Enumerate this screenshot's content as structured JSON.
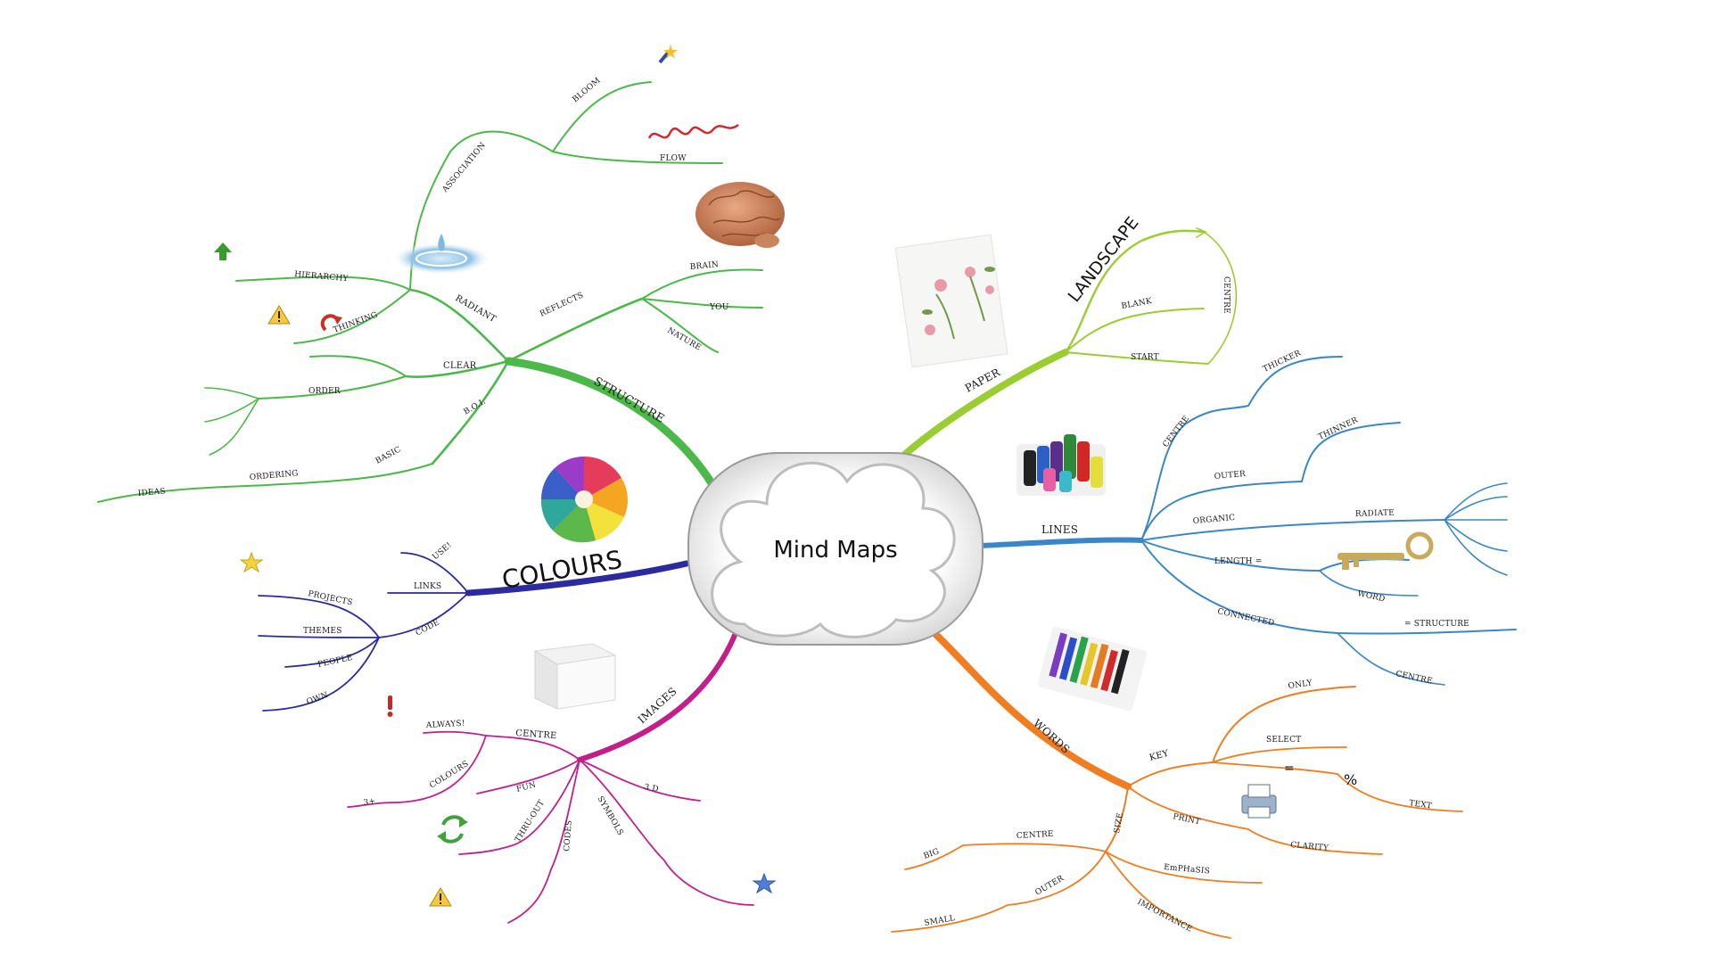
{
  "center": {
    "label": "Mind Maps"
  },
  "colors": {
    "structure": "#4cb84a",
    "landscape": "#9acd32",
    "lines": "#3a86c8",
    "words": "#ef7d22",
    "images": "#c21f8a",
    "colours": "#2b2aa0"
  },
  "branches": {
    "structure": {
      "title": "STRUCTURE",
      "reflects": "REFLECTS",
      "brain": "BRAIN",
      "you": "YOU",
      "nature": "NATURE",
      "radiant": "RADIANT",
      "hierarchy": "HIERARCHY",
      "thinking": "THINKING",
      "association": "ASSOCIATION",
      "bloom": "BLOOM",
      "flow": "FLOW",
      "clear": "CLEAR",
      "order": "ORDER",
      "boi": "B.O.I.",
      "basic": "BASIC",
      "ordering": "ORDERING",
      "ideas": "IDEAS"
    },
    "landscape": {
      "paper": "PAPER",
      "title": "LANDSCAPE",
      "blank": "BLANK",
      "start": "START",
      "centre": "CENTRE"
    },
    "lines": {
      "title": "LINES",
      "centre": "CENTRE",
      "thicker": "THICKER",
      "outer": "OUTER",
      "thinner": "THINNER",
      "organic": "ORGANIC",
      "radiate": "RADIATE",
      "length": "LENGTH =",
      "word": "WORD",
      "connected": "CONNECTED",
      "structure": "= STRUCTURE",
      "centre2": "CENTRE"
    },
    "words": {
      "title": "WORDS",
      "key": "KEY",
      "only": "ONLY",
      "select": "SELECT",
      "eq": "=",
      "pct": "%",
      "text": "TEXT",
      "print": "PRINT",
      "clarity": "CLARITY",
      "size": "SIZE",
      "centre": "CENTRE",
      "big": "BIG",
      "emphasis": "EmPHaSIS",
      "outer": "OUTER",
      "small": "SMALL",
      "importance": "IMPORTANCE"
    },
    "images": {
      "title": "IMAGES",
      "centre": "CENTRE",
      "always": "ALWAYS!",
      "colours": "COLOURS",
      "three": "3+",
      "fun": "FUN",
      "threed": "3 D",
      "symbols": "SYMBOLS",
      "codes": "CODES",
      "thruout": "THRU-OUT"
    },
    "colours": {
      "title": "COLOURS",
      "use": "USE!",
      "links": "LINKS",
      "code": "CODE",
      "projects": "PROJECTS",
      "themes": "THEMES",
      "people": "PEOPLE",
      "own": "OWN"
    }
  },
  "icons": [
    "magic-wand-icon",
    "spiral-ribbon-icon",
    "brain-icon",
    "water-drop-icon",
    "green-arrow-up-icon",
    "warning-icon",
    "undo-arrow-icon",
    "flowers-paper-icon",
    "crayons-icon",
    "colour-flower-icon",
    "key-icon",
    "star-icon",
    "white-box-icon",
    "exclamation-icon",
    "pastels-icon",
    "printer-icon",
    "refresh-icon",
    "blue-star-icon"
  ]
}
